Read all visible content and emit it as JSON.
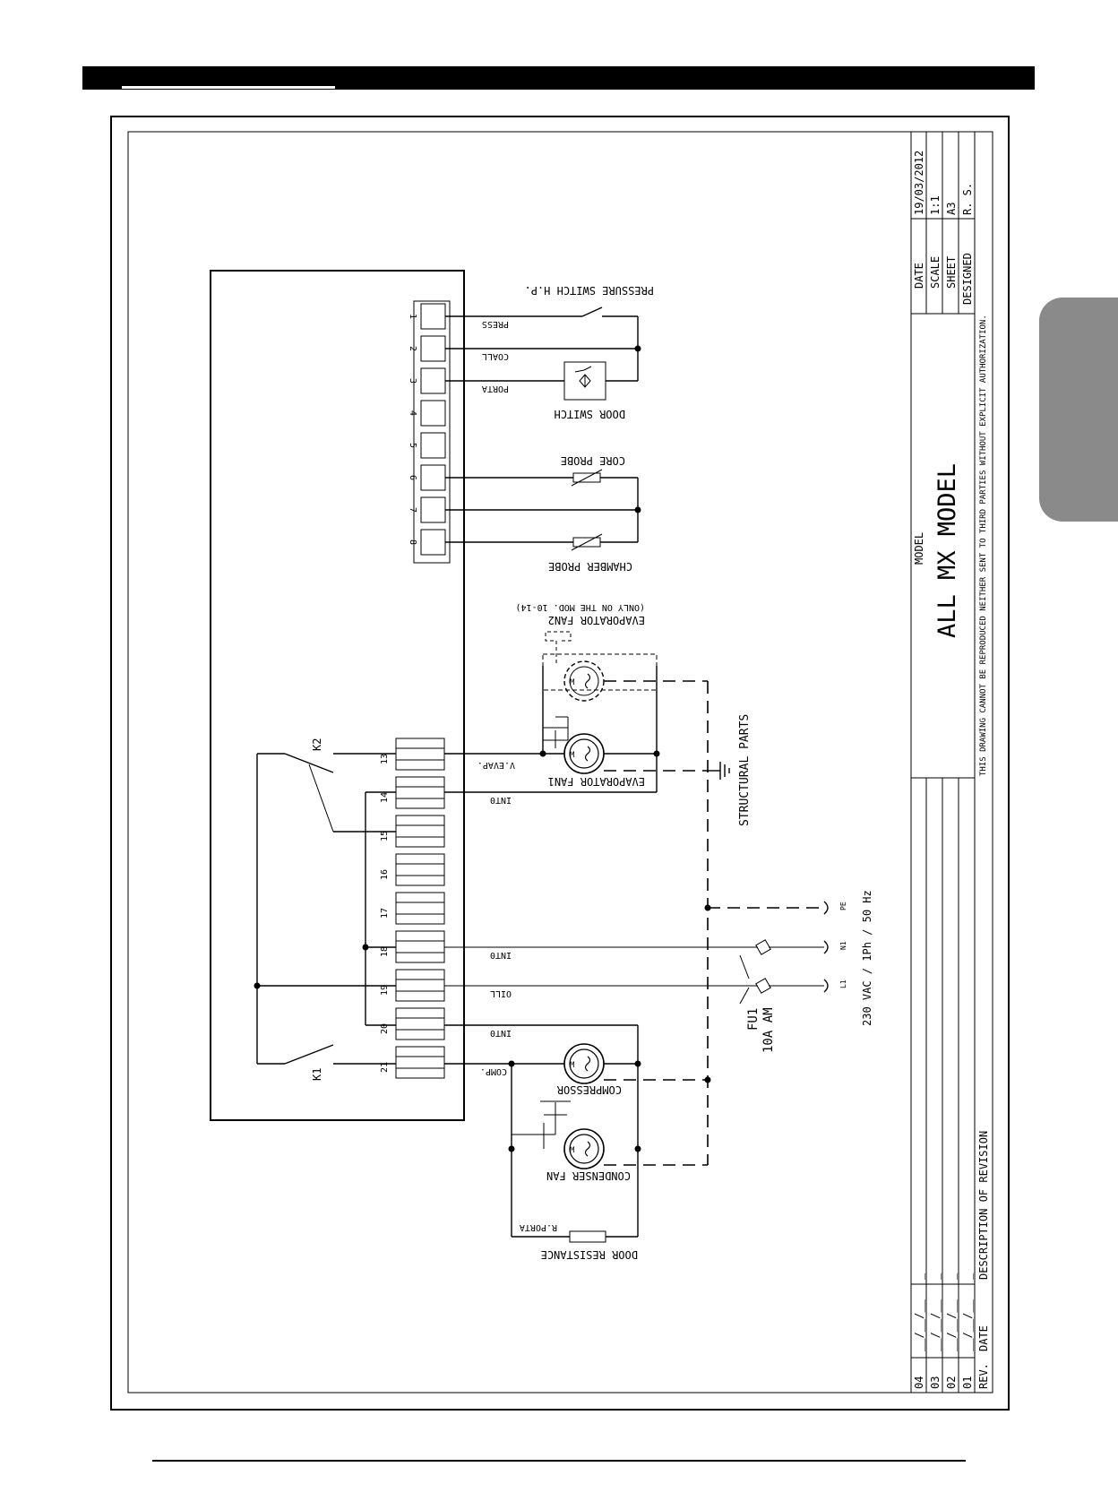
{
  "title_block": {
    "date_label": "DATE",
    "date_value": "19/03/2012",
    "scale_label": "SCALE",
    "scale_value": "1:1",
    "sheet_label": "SHEET",
    "sheet_value": "A3",
    "designed_label": "DESIGNED",
    "designed_value": "R. S.",
    "model_label": "MODEL",
    "model_value": "ALL MX MODEL",
    "notice": "THIS DRAWING CANNOT BE REPRODUCED NEITHER SENT TO THIRD PARTIES WITHOUT EXPLICIT AUTHORIZATION."
  },
  "revision_table": {
    "rev_header": "REV.",
    "date_header": "DATE",
    "description_header": "DESCRIPTION OF REVISION",
    "rows": [
      {
        "rev": "04",
        "date": "__/__/__",
        "desc": "_"
      },
      {
        "rev": "03",
        "date": "__/__/__",
        "desc": "_"
      },
      {
        "rev": "02",
        "date": "__/__/__",
        "desc": "_"
      },
      {
        "rev": "01",
        "date": "__/__/__",
        "desc": "_"
      }
    ]
  },
  "terminals_low": [
    "1",
    "2",
    "3",
    "4",
    "5",
    "6",
    "7",
    "8"
  ],
  "terminals_power": [
    "13",
    "14",
    "15",
    "16",
    "17",
    "18",
    "19",
    "20",
    "21"
  ],
  "signal_labels": {
    "press": "PRESS",
    "coall": "COALL",
    "porta": "PORTA",
    "vevap": "V.EVAP.",
    "int0_14": "INT0",
    "int0_18": "INT0",
    "oill_19": "OILL",
    "int0_20": "INT0",
    "comp_21": "COMP.",
    "rporta": "R.PORTA"
  },
  "components": {
    "pressure_switch": "PRESSURE SWITCH H.P.",
    "door_switch": "DOOR SWITCH",
    "core_probe": "CORE PROBE",
    "chamber_probe": "CHAMBER PROBE",
    "evap_fan2": "EVAPORATOR FAN2",
    "evap_fan2_note": "(ONLY ON THE MOD. 10-14)",
    "evap_fan1": "EVAPORATOR FAN1",
    "structural": "STRUCTURAL PARTS",
    "compressor": "COMPRESSOR",
    "condenser_fan": "CONDENSER FAN",
    "door_resistance": "DOOR RESISTANCE",
    "relay_k1": "K1",
    "relay_k2": "K2",
    "fuse": "FU1",
    "fuse_rating": "10A AM",
    "supply": "230 VAC / 1Ph / 50 Hz",
    "pe": "PE",
    "n1": "N1",
    "l1": "L1",
    "motor_m": "M"
  }
}
